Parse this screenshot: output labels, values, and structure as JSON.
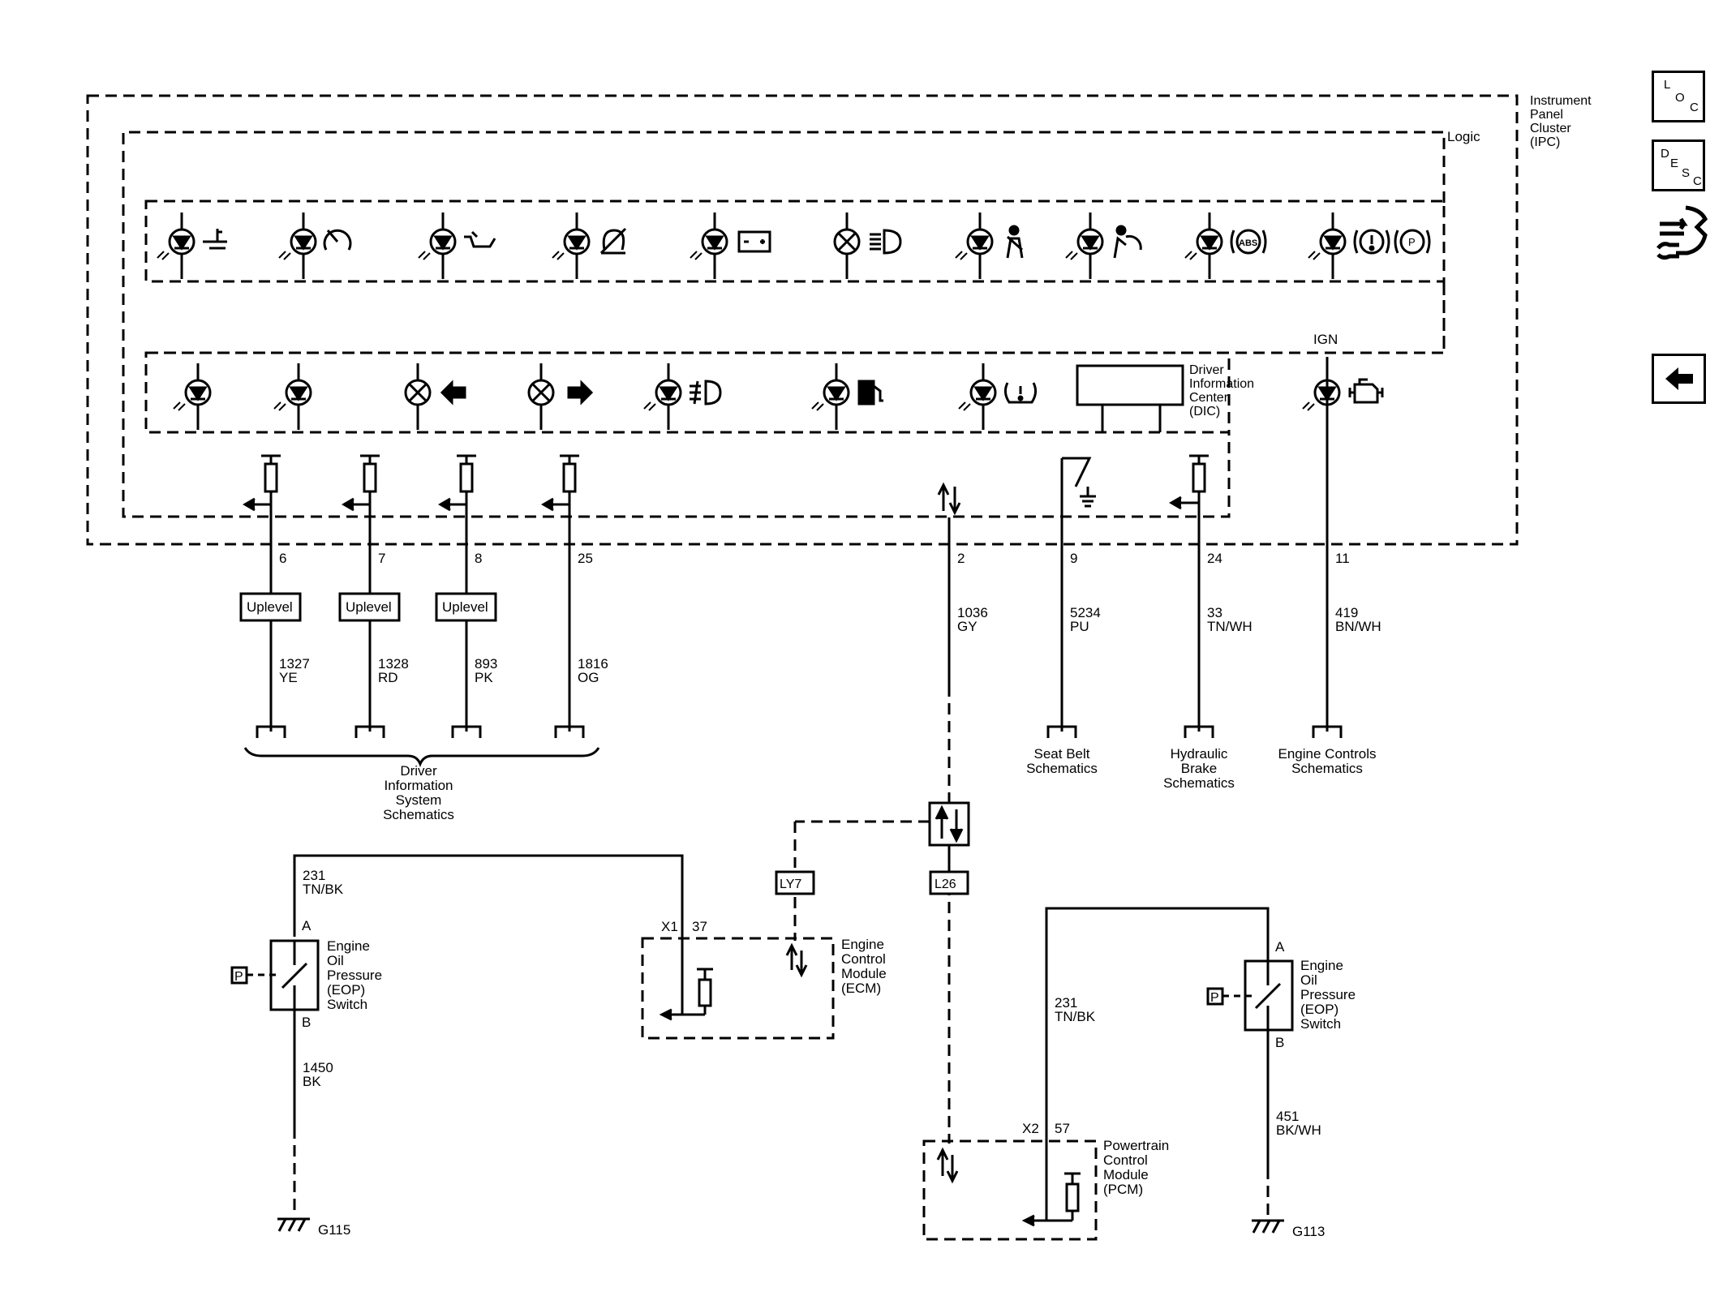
{
  "ipc": {
    "title_lines": [
      "Instrument",
      "Panel",
      "Cluster",
      "(IPC)"
    ],
    "logic": "Logic",
    "ign": "IGN",
    "dic_lines": [
      "Driver",
      "Information",
      "Center",
      "(DIC)"
    ]
  },
  "nav": {
    "loc": [
      "L",
      "O",
      "C"
    ],
    "desc": [
      "D",
      "E",
      "S",
      "C"
    ],
    "wrench_icon": "wrench-icon",
    "back_icon": "back-arrow-icon"
  },
  "pins": [
    {
      "pin": "6",
      "circuit": "1327",
      "color": "YE",
      "uplevel": "Uplevel"
    },
    {
      "pin": "7",
      "circuit": "1328",
      "color": "RD",
      "uplevel": "Uplevel"
    },
    {
      "pin": "8",
      "circuit": "893",
      "color": "PK",
      "uplevel": "Uplevel"
    },
    {
      "pin": "25",
      "circuit": "1816",
      "color": "OG"
    },
    {
      "pin": "2",
      "circuit": "1036",
      "color": "GY"
    },
    {
      "pin": "9",
      "circuit": "5234",
      "color": "PU"
    },
    {
      "pin": "24",
      "circuit": "33",
      "color": "TN/WH"
    },
    {
      "pin": "11",
      "circuit": "419",
      "color": "BN/WH"
    }
  ],
  "refs": {
    "dis": [
      "Driver",
      "Information",
      "System",
      "Schematics"
    ],
    "seatbelt": [
      "Seat Belt",
      "Schematics"
    ],
    "brake": [
      "Hydraulic",
      "Brake",
      "Schematics"
    ],
    "engine": [
      "Engine Controls",
      "Schematics"
    ]
  },
  "left_eop": {
    "wire_top": [
      "231",
      "TN/BK"
    ],
    "pin_a": "A",
    "pin_b": "B",
    "name": [
      "Engine",
      "Oil",
      "Pressure",
      "(EOP)",
      "Switch"
    ],
    "p": "P",
    "wire_bottom": [
      "1450",
      "BK"
    ],
    "ground": "G115"
  },
  "ecm": {
    "connector": "X1",
    "pin": "37",
    "name": [
      "Engine",
      "Control",
      "Module",
      "(ECM)"
    ]
  },
  "options": {
    "ly7": "LY7",
    "l26": "L26"
  },
  "pcm": {
    "connector": "X2",
    "pin": "57",
    "name": [
      "Powertrain",
      "Control",
      "Module",
      "(PCM)"
    ],
    "wire": [
      "231",
      "TN/BK"
    ]
  },
  "right_eop": {
    "pin_a": "A",
    "pin_b": "B",
    "name": [
      "Engine",
      "Oil",
      "Pressure",
      "(EOP)",
      "Switch"
    ],
    "p": "P",
    "wire_bottom": [
      "451",
      "BK/WH"
    ],
    "ground": "G113"
  },
  "indicators_row1": [
    "coolant-temp-icon",
    "speedometer-icon",
    "oil-pressure-icon",
    "traction-control-icon",
    "battery-icon",
    "high-beam-icon",
    "seat-belt-icon",
    "airbag-icon",
    "abs-icon",
    "brake-icon"
  ],
  "indicators_row2": [
    "indicator-lamp-icon",
    "indicator-lamp-icon",
    "left-turn-icon",
    "right-turn-icon",
    "fog-lamp-icon",
    "fuel-icon",
    "tire-pressure-icon",
    "check-engine-icon"
  ],
  "abs_text": "ABS",
  "park_text": "P"
}
